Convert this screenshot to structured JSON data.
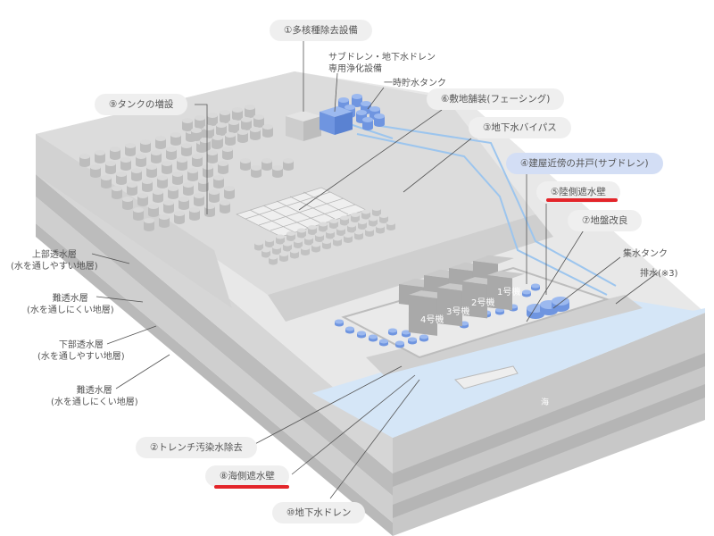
{
  "callouts": {
    "c1": "①多核種除去設備",
    "c2": "②トレンチ汚染水除去",
    "c3": "③地下水バイパス",
    "c4": "④建屋近傍の井戸(サブドレン)",
    "c5": "⑤陸側遮水壁",
    "c6": "⑥敷地舗装(フェーシング)",
    "c7": "⑦地盤改良",
    "c8": "⑧海側遮水壁",
    "c9": "⑨タンクの増設",
    "c10": "⑩地下水ドレン"
  },
  "labels": {
    "subdrain_line1": "サブドレン・地下水ドレン",
    "subdrain_line2": "専用浄化設備",
    "temp_tank": "一時貯水タンク",
    "collection_tank": "集水タンク",
    "drainage": "排水(※3)",
    "sea": "海"
  },
  "strata": [
    {
      "name": "上部透水層",
      "desc": "(水を通しやすい地層)"
    },
    {
      "name": "難透水層",
      "desc": "(水を通しにくい地層)"
    },
    {
      "name": "下部透水層",
      "desc": "(水を通しやすい地層)"
    },
    {
      "name": "難透水層",
      "desc": "(水を通しにくい地層)"
    }
  ],
  "units": [
    "1号機",
    "2号機",
    "3号機",
    "4号機"
  ],
  "colors": {
    "highlight_underline": "#e3252a",
    "water_blue": "#6f95e0",
    "sea": "#d5e6f7",
    "ground": "#e3e3e3"
  }
}
